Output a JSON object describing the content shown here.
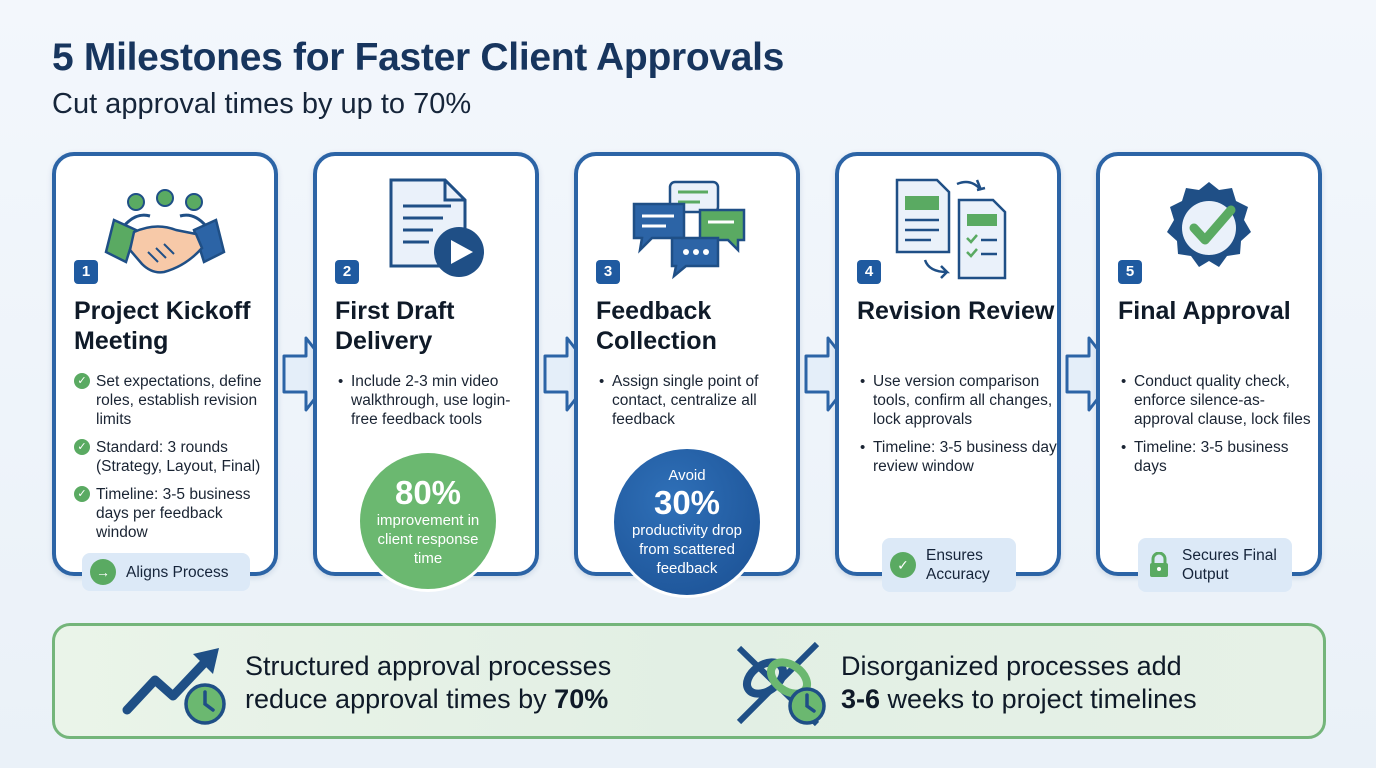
{
  "title": "5 Milestones for Faster Client Approvals",
  "subtitle": "Cut approval times by up to 70%",
  "milestones": [
    {
      "number": "1",
      "title": "Project Kickoff Meeting",
      "icon": "handshake-icon",
      "items": [
        "Set expectations, define roles, establish revision limits",
        "Standard: 3 rounds (Strategy, Layout, Final)",
        "Timeline: 3-5 business days per feedback window"
      ],
      "tag": "Aligns Process",
      "tag_icon": "arrow-right-icon"
    },
    {
      "number": "2",
      "title": "First Draft Delivery",
      "icon": "document-video-icon",
      "items": [
        "Include 2-3 min video walkthrough, use login-free feedback tools"
      ],
      "stat_value": "80%",
      "stat_text": "improvement in client response time"
    },
    {
      "number": "3",
      "title": "Feedback Collection",
      "icon": "chat-bubbles-icon",
      "items": [
        "Assign single point of contact, centralize all feedback"
      ],
      "stat_prefix": "Avoid",
      "stat_value": "30%",
      "stat_text": "productivity drop from scattered feedback"
    },
    {
      "number": "4",
      "title": "Revision Review",
      "icon": "document-compare-icon",
      "items": [
        "Use version comparison tools, confirm all changes, lock approvals",
        "Timeline: 3-5 business day review window"
      ],
      "tag": "Ensures Accuracy",
      "tag_icon": "checkmark-icon"
    },
    {
      "number": "5",
      "title": "Final Approval",
      "icon": "approval-seal-icon",
      "items": [
        "Conduct quality check, enforce silence-as-approval clause, lock files",
        "Timeline: 3-5 business days"
      ],
      "tag": "Secures Final Output",
      "tag_icon": "lock-icon"
    }
  ],
  "footer": {
    "left_text": "Structured approval processes reduce approval times by",
    "left_highlight": "70%",
    "right_highlight": "3-6",
    "right_line1": "Disorganized processes add",
    "right_line2": "weeks to project timelines"
  },
  "colors": {
    "navy": "#17355e",
    "blue": "#2c64a6",
    "green": "#5aaa62",
    "pill": "#dce9f7"
  }
}
